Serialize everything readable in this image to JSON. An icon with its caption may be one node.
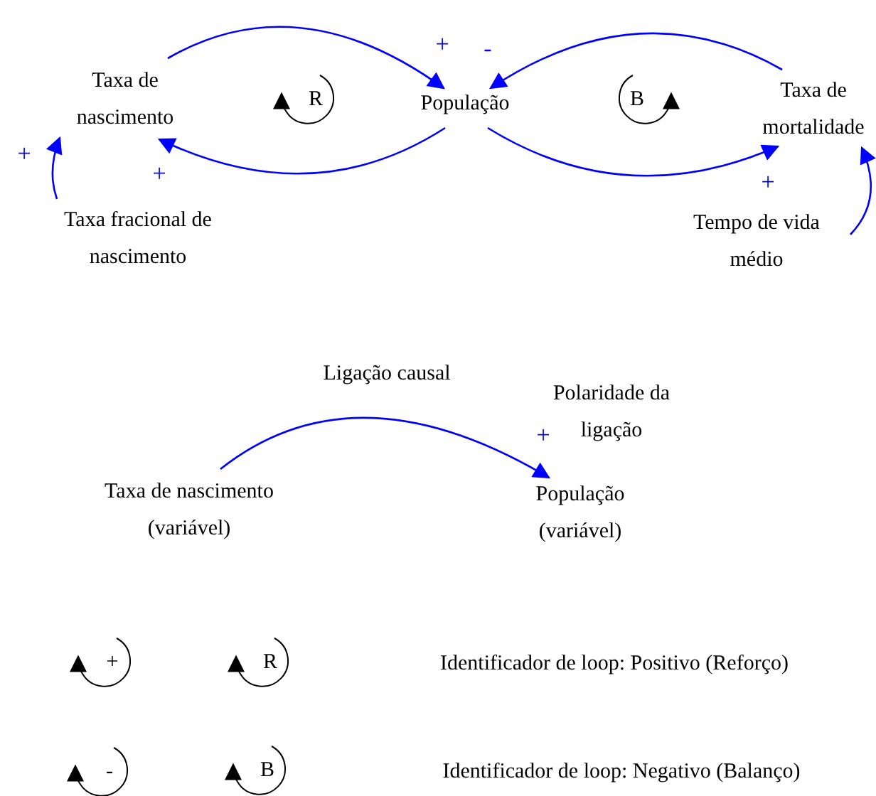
{
  "diagram": {
    "nodes": [
      {
        "text": [
          "Taxa de nascimento"
        ]
      },
      {
        "text": [
          "População"
        ]
      },
      {
        "text": [
          "Taxa de mortalidade"
        ]
      },
      {
        "text": [
          "Taxa fracional de nascimento"
        ]
      },
      {
        "text": [
          "Tempo de vida médio"
        ]
      },
      {
        "text": [
          "Taxa de nascimento (variável)"
        ]
      },
      {
        "text": [
          "População (variável)"
        ]
      }
    ],
    "edges": [
      {
        "from": 0,
        "to": 1,
        "arrow": "to",
        "label": "+"
      },
      {
        "from": 1,
        "to": 0,
        "arrow": "to",
        "label": "+"
      },
      {
        "from": 2,
        "to": 1,
        "arrow": "to",
        "label": "-"
      },
      {
        "from": 1,
        "to": 2,
        "arrow": "to",
        "label": "+"
      },
      {
        "from": 3,
        "to": 0,
        "arrow": "to",
        "label": "+"
      },
      {
        "from": 4,
        "to": 2,
        "arrow": "to"
      },
      {
        "from": 5,
        "to": 6,
        "arrow": "to",
        "label": "+"
      }
    ],
    "labels": [
      "R",
      "B",
      "Ligação causal",
      "Polaridade da ligação",
      "+",
      "R",
      "Identificador de loop: Positivo (Reforço)",
      "-",
      "B",
      "Identificador de loop: Negativo (Balanço)"
    ]
  }
}
